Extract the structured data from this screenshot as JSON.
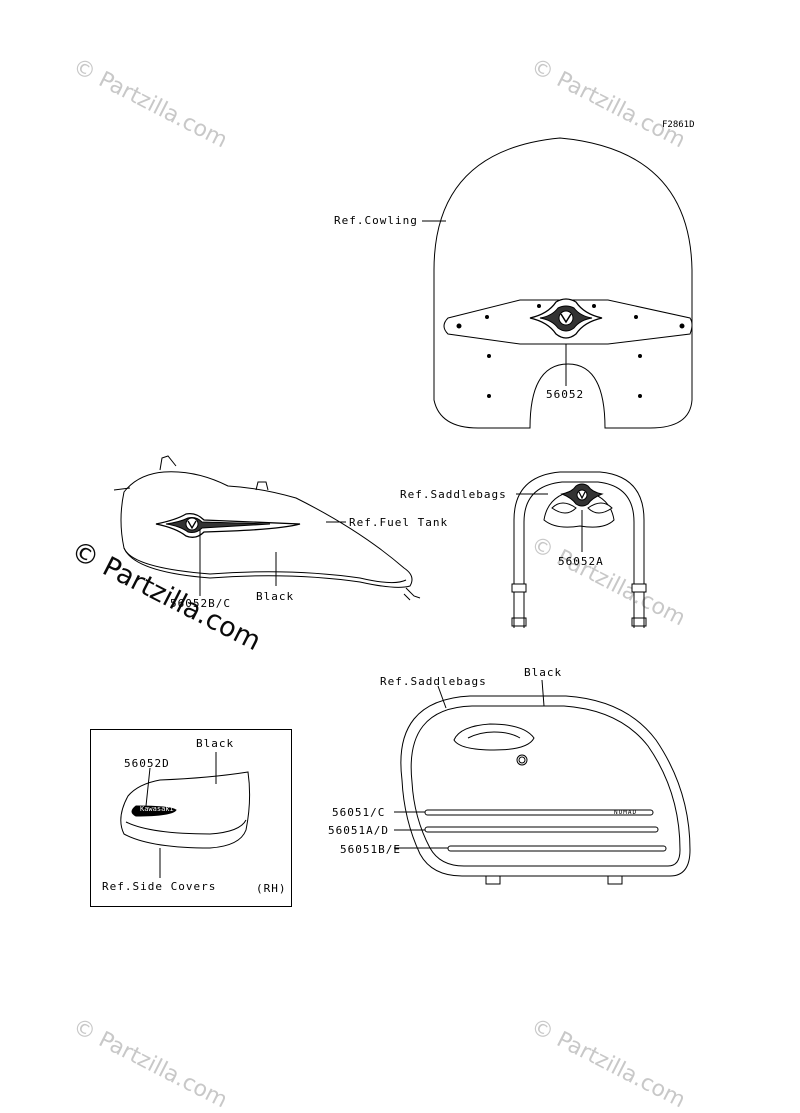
{
  "figure_code": "F2861D",
  "watermark": "© Partzilla.com",
  "labels": {
    "cowling_ref": "Ref.Cowling",
    "cowling_part": "56052",
    "saddlebags_ref_top": "Ref.Saddlebags",
    "backrest_part": "56052A",
    "fuel_tank_ref": "Ref.Fuel Tank",
    "tank_part": "56052B/C",
    "tank_black": "Black",
    "saddlebags_ref_bottom": "Ref.Saddlebags",
    "saddlebag_black": "Black",
    "stripe_1": "56051/C",
    "stripe_2": "56051A/D",
    "stripe_3": "56051B/E",
    "side_cover_part": "56052D",
    "side_cover_black": "Black",
    "side_cover_ref": "Ref.Side Covers",
    "side_cover_side": "(RH)",
    "kawasaki_badge": "Kawasaki",
    "nomad_badge": "NOMAD"
  }
}
